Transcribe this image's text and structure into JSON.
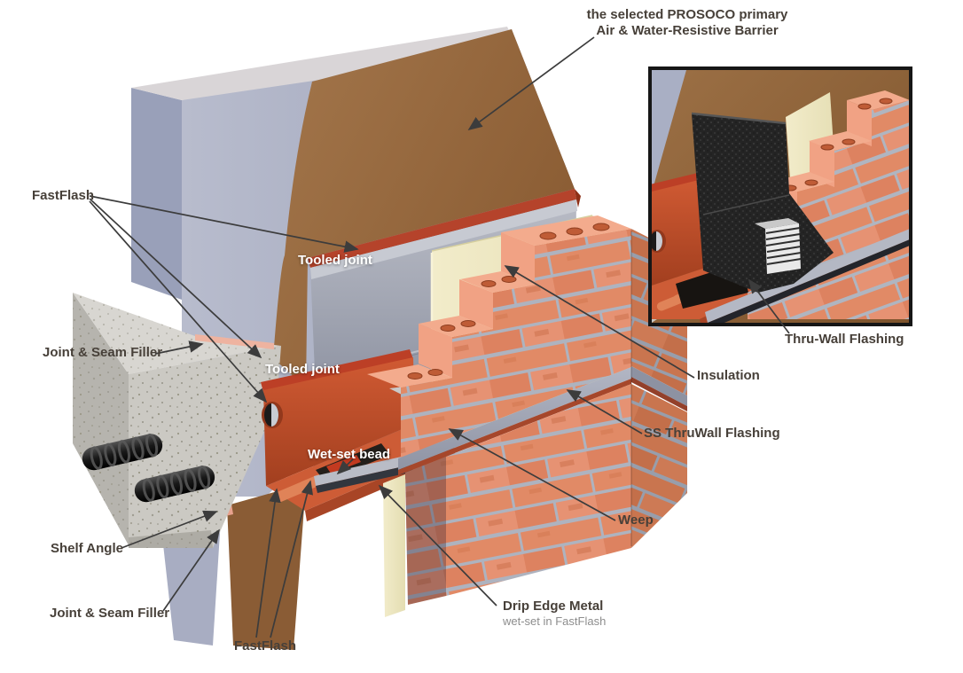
{
  "labels": {
    "barrier_note_line1": "the selected PROSOCO primary",
    "barrier_note_line2": "Air & Water-Resistive Barrier",
    "fastflash_top": "FastFlash",
    "joint_seam_filler_upper": "Joint & Seam Filler",
    "tooled_joint_upper": "Tooled joint",
    "tooled_joint_lower": "Tooled joint",
    "wet_set_bead": "Wet-set bead",
    "shelf_angle": "Shelf Angle",
    "joint_seam_filler_lower": "Joint & Seam Filler",
    "fastflash_bottom": "FastFlash",
    "insulation": "Insulation",
    "ss_thruwall_flashing": "SS ThruWall Flashing",
    "weep": "Weep",
    "drip_edge_metal": "Drip Edge Metal",
    "drip_edge_metal_sub": "wet-set in FastFlash",
    "thru_wall_flashing": "Thru-Wall Flashing"
  },
  "colors": {
    "label_dark": "#474039",
    "label_sub_gray": "#8d8d8d",
    "label_white": "#ffffff",
    "arrow": "#3c3c3c",
    "air_barrier_brown": "#97693f",
    "fastflash_orange": "#c2502c",
    "sealant_bead_red": "#b5432b",
    "precast_wall_gray": "#adb3c7",
    "concrete_gray": "#cac8c2",
    "stainless_steel": "#a6aab6",
    "insulation_cream": "#eee8c6",
    "brick": "#e28c68",
    "mortar": "#adb2be",
    "membrane_black": "#262626",
    "joint_filler_pink": "#e8a28e"
  }
}
